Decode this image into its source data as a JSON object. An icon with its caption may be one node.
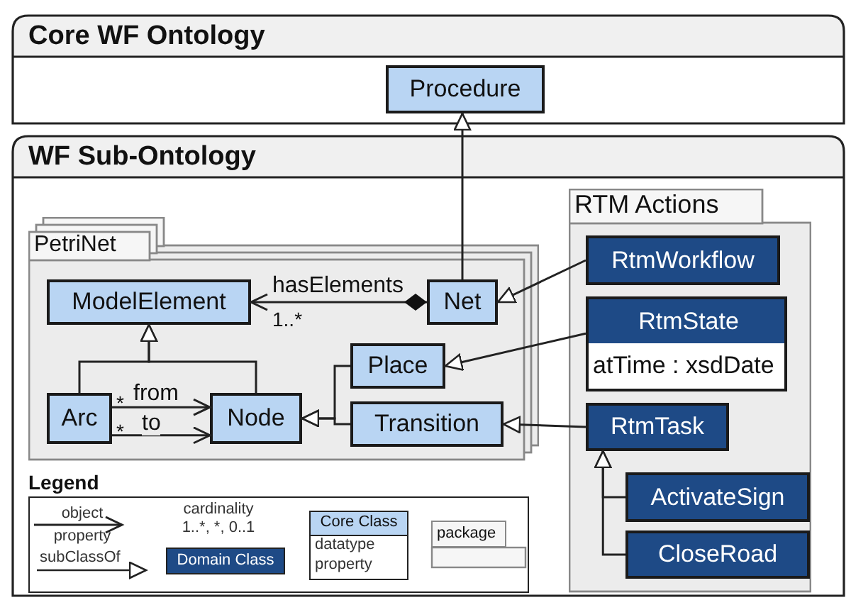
{
  "diagram": {
    "nodes": [
      {
        "text": [
          "Core WF Ontology"
        ]
      },
      {
        "text": [
          "Procedure"
        ],
        "in": 0
      },
      {
        "text": [
          "WF Sub-Ontology"
        ]
      },
      {
        "text": [
          "PetriNet"
        ],
        "in": 2
      },
      {
        "text": [
          "ModelElement"
        ],
        "in": 3
      },
      {
        "text": [
          "Net"
        ],
        "in": 3
      },
      {
        "text": [
          "Place"
        ],
        "in": 3
      },
      {
        "text": [
          "Arc"
        ],
        "in": 3
      },
      {
        "text": [
          "Node"
        ],
        "in": 3
      },
      {
        "text": [
          "Transition"
        ],
        "in": 3
      },
      {
        "text": [
          "RTM Actions"
        ],
        "in": 2
      },
      {
        "text": [
          "RtmWorkflow"
        ],
        "in": 10
      },
      {
        "text": [
          "RtmState",
          "atTime : xsdDate"
        ],
        "in": 10
      },
      {
        "text": [
          "RtmTask"
        ],
        "in": 10
      },
      {
        "text": [
          "ActivateSign"
        ],
        "in": 10
      },
      {
        "text": [
          "CloseRoad"
        ],
        "in": 10
      }
    ],
    "edges": [
      {
        "from": 5,
        "to": 1,
        "arrow": "to"
      },
      {
        "from": 5,
        "to": 4,
        "arrow": "to",
        "label": "hasElements"
      },
      {
        "from": 7,
        "to": 8,
        "arrow": "to",
        "label": "from"
      },
      {
        "from": 7,
        "to": 8,
        "arrow": "to",
        "label": "to"
      },
      {
        "from": 7,
        "to": 4,
        "arrow": "to"
      },
      {
        "from": 8,
        "to": 4,
        "arrow": "to"
      },
      {
        "from": 6,
        "to": 8,
        "arrow": "to"
      },
      {
        "from": 9,
        "to": 8,
        "arrow": "to"
      },
      {
        "from": 11,
        "to": 5,
        "arrow": "to"
      },
      {
        "from": 12,
        "to": 6,
        "arrow": "to"
      },
      {
        "from": 13,
        "to": 9,
        "arrow": "to"
      },
      {
        "from": 14,
        "to": 13,
        "arrow": "to"
      },
      {
        "from": 15,
        "to": 13,
        "arrow": "to"
      }
    ],
    "labels": [
      "1..*",
      "*",
      "*",
      "Legend"
    ],
    "legend": [
      {
        "text": "object property"
      },
      {
        "text": "subClassOf"
      },
      {
        "text": "cardinality 1..*, *, 0..1"
      },
      {
        "text": "Core Class",
        "color": "#b9d5f3"
      },
      {
        "text": "Domain Class",
        "color": "#1e4a86"
      },
      {
        "text": "datatype property"
      },
      {
        "text": "package"
      }
    ]
  }
}
